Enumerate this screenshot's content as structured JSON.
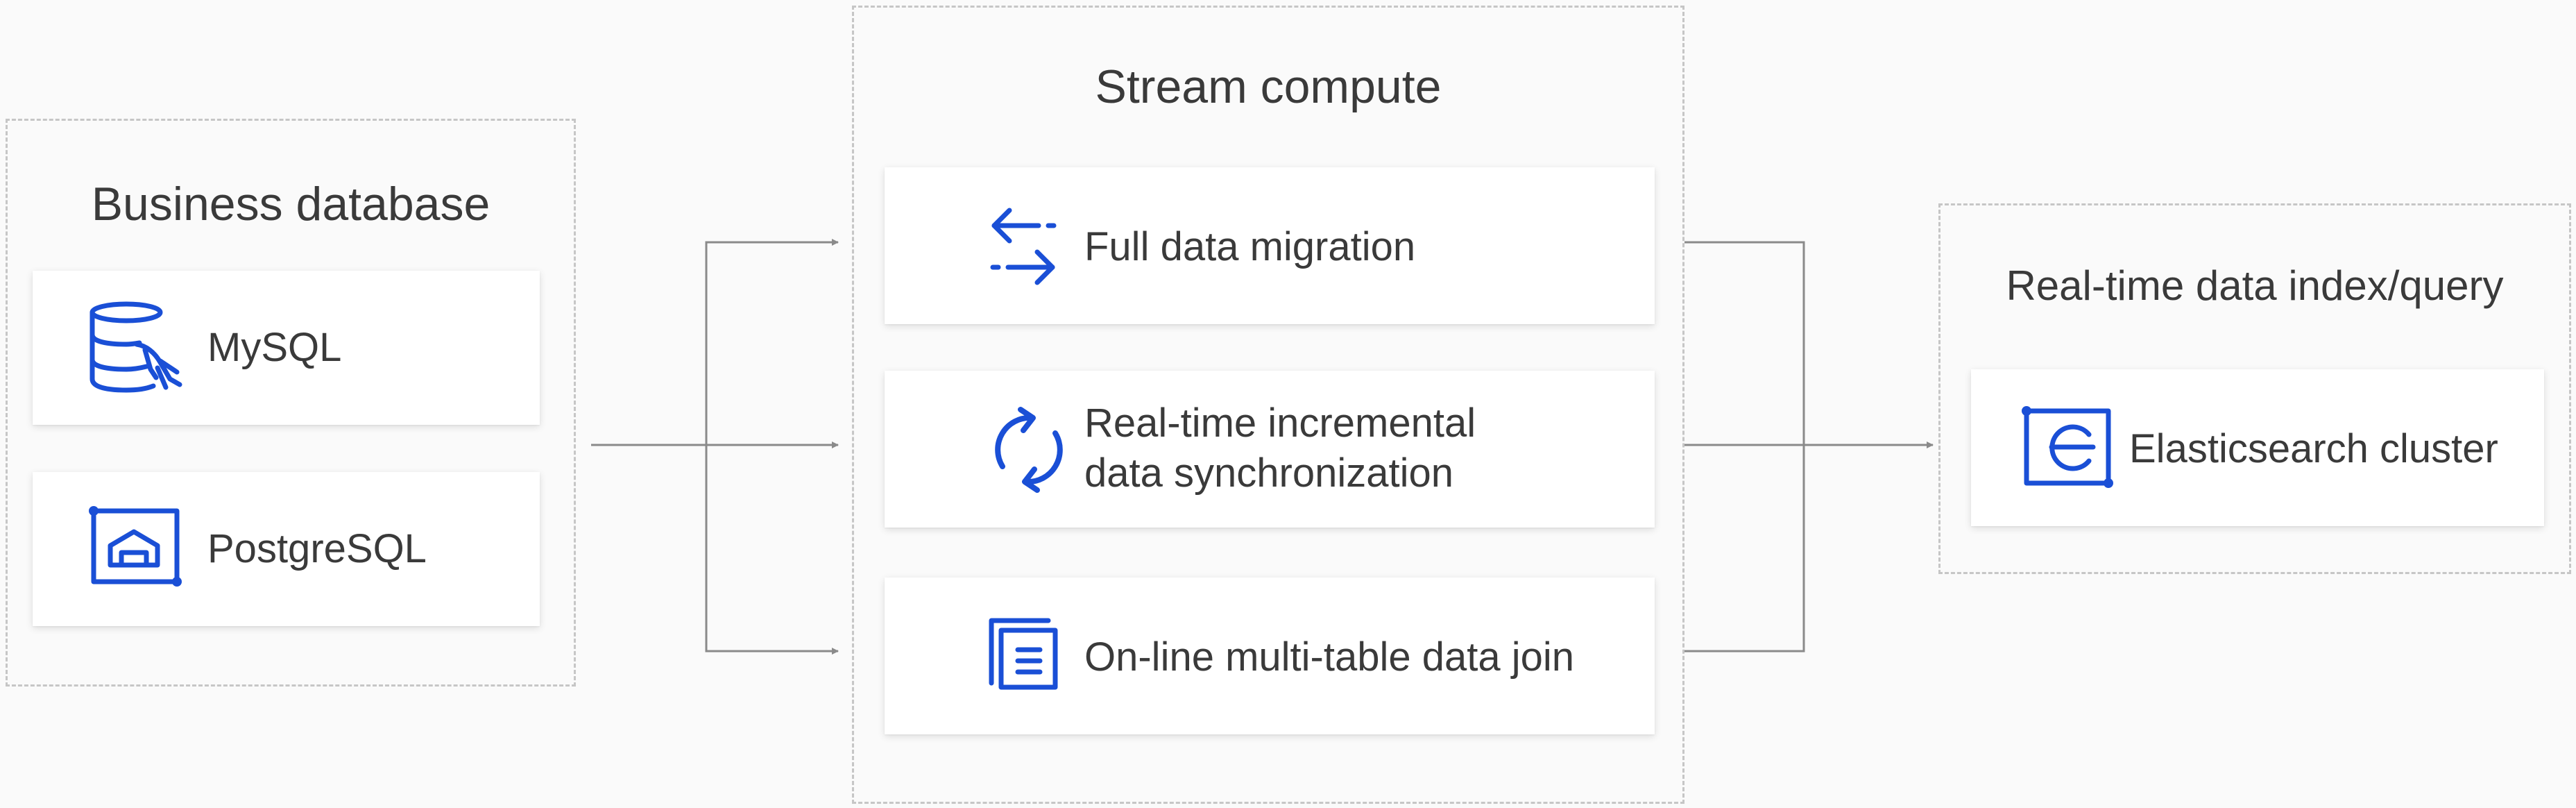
{
  "colors": {
    "background": "#fafafa",
    "card": "#ffffff",
    "group_border": "#c6c6c6",
    "connector": "#8a8a8a",
    "icon_accent": "#1a4fd6",
    "text": "#3a3a3a"
  },
  "business_database": {
    "title": "Business database",
    "items": [
      {
        "label": "MySQL",
        "icon": "mysql-database-icon"
      },
      {
        "label": "PostgreSQL",
        "icon": "postgresql-icon"
      }
    ]
  },
  "stream_compute": {
    "title": "Stream compute",
    "items": [
      {
        "label": "Full data migration",
        "icon": "bidirectional-arrows-icon"
      },
      {
        "label_lines": [
          "Real-time incremental",
          "data synchronization"
        ],
        "icon": "sync-cycle-icon"
      },
      {
        "label": "On-line multi-table data join",
        "icon": "stacked-documents-icon"
      }
    ]
  },
  "realtime_index": {
    "title": "Real-time data index/query",
    "items": [
      {
        "label": "Elasticsearch cluster",
        "icon": "elasticsearch-icon"
      }
    ]
  }
}
